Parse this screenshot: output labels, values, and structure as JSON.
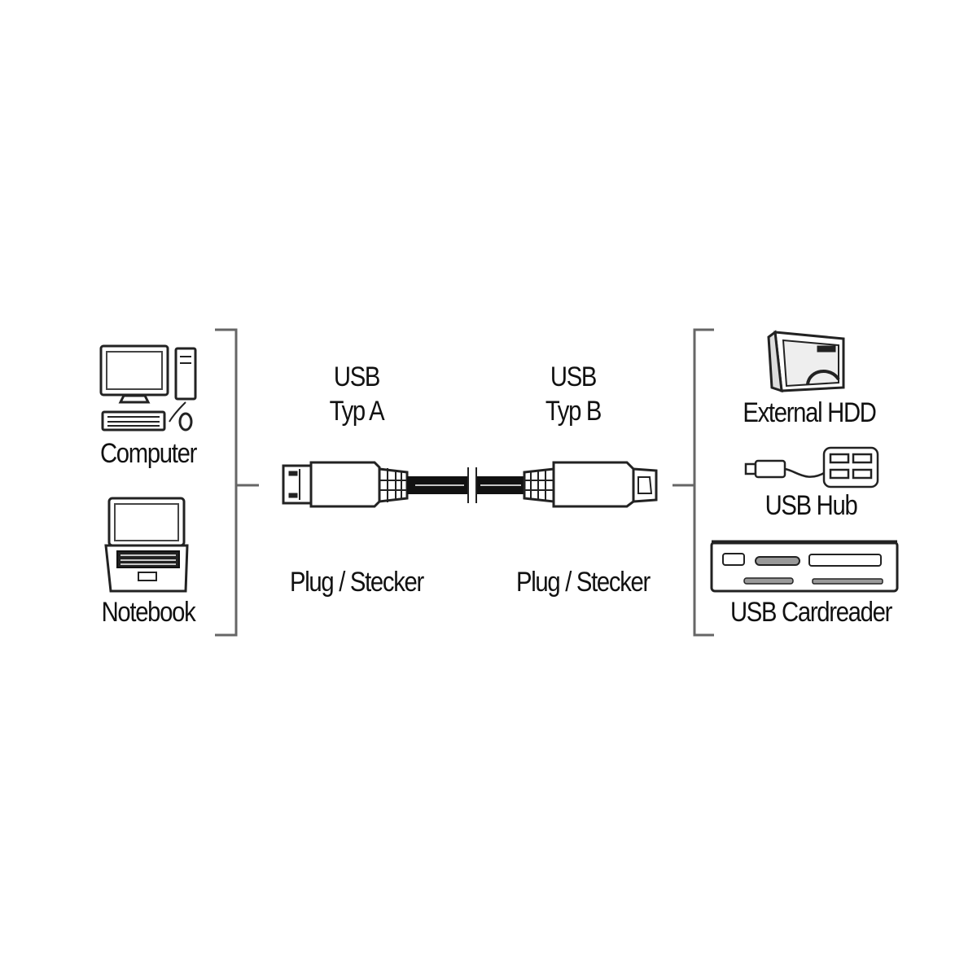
{
  "left_devices": {
    "computer_label": "Computer",
    "notebook_label": "Notebook"
  },
  "connector_a": {
    "title_line1": "USB",
    "title_line2": "Typ A",
    "caption": "Plug / Stecker"
  },
  "connector_b": {
    "title_line1": "USB",
    "title_line2": "Typ B",
    "caption": "Plug / Stecker"
  },
  "right_devices": {
    "hdd_label": "External HDD",
    "hub_label": "USB Hub",
    "cardreader_label": "USB Cardreader"
  },
  "colors": {
    "line": "#555555",
    "ink": "#111111",
    "cable": "#111111"
  },
  "icons": [
    "computer-icon",
    "notebook-icon",
    "usb-a-plug-icon",
    "usb-b-plug-icon",
    "external-hdd-icon",
    "usb-hub-icon",
    "cardreader-icon"
  ]
}
